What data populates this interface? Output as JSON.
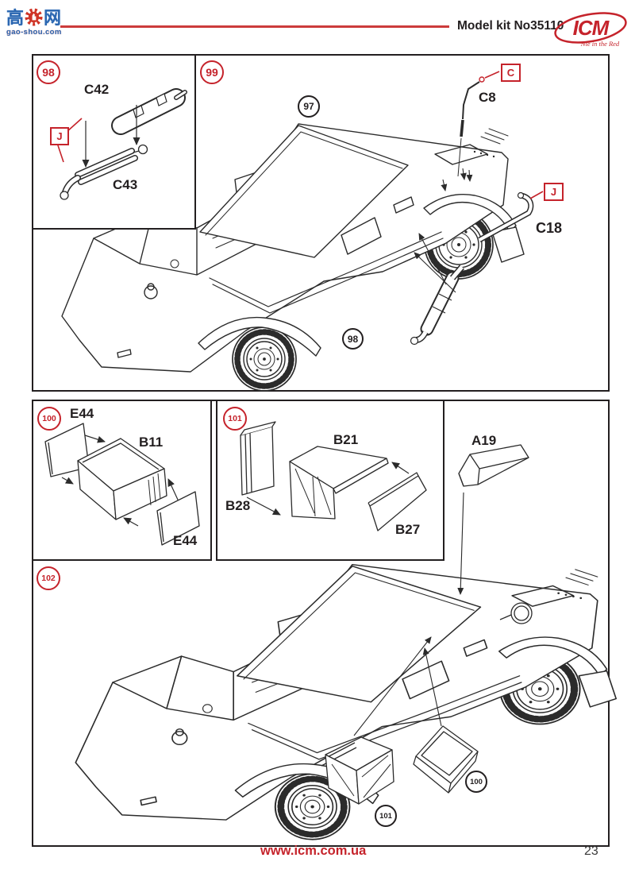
{
  "header": {
    "watermark_char_left": "高",
    "watermark_char_right": "网",
    "watermark_domain": "gao-shou.com",
    "kit_number": "Model kit No35110",
    "brand_name": "ICM",
    "brand_tagline": "Nie in the Red"
  },
  "steps": {
    "s98": {
      "num": "98",
      "c42": "C42",
      "c43": "C43",
      "paint_j": "J"
    },
    "s99": {
      "num": "99",
      "ref_roof": "97",
      "ref_muffler": "98",
      "c8": "C8",
      "c18": "C18",
      "paint_c": "C",
      "paint_j": "J"
    },
    "s100": {
      "num": "100",
      "e44_top": "E44",
      "b11": "B11",
      "e44_bottom": "E44"
    },
    "s101": {
      "num": "101",
      "b28": "B28",
      "b21": "B21",
      "b27": "B27"
    },
    "s102": {
      "num": "102",
      "a19": "A19",
      "ref_100": "100",
      "ref_101": "101"
    }
  },
  "footer": {
    "website": "www.icm.com.ua",
    "page": "23"
  },
  "colors": {
    "accent_red": "#c5232b",
    "ink": "#231f20",
    "watermark_blue": "#2b67b1"
  }
}
